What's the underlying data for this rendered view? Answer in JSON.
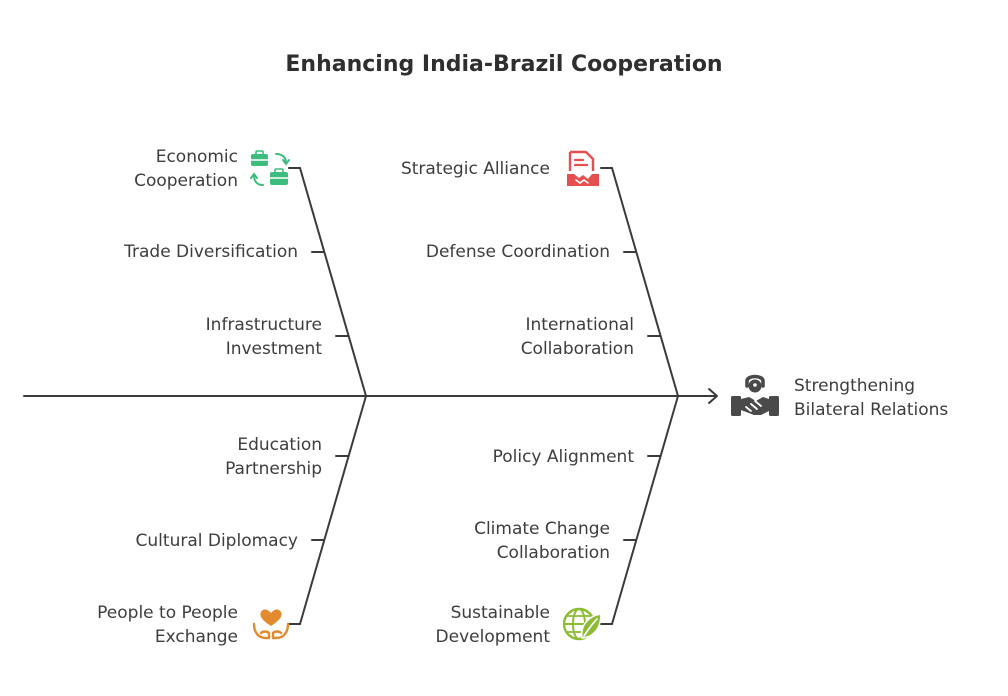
{
  "title": "Enhancing India-Brazil Cooperation",
  "effect": {
    "label_line1": "Strengthening",
    "label_line2": "Bilateral Relations",
    "icon": "handshake-lock-icon",
    "color": "#4a4a4a"
  },
  "categories": {
    "economic": {
      "label_line1": "Economic",
      "label_line2": "Cooperation",
      "icon": "briefcase-exchange-icon",
      "color": "#3dbd7d",
      "causes": [
        {
          "line1": "Trade Diversification",
          "line2": ""
        },
        {
          "line1": "Infrastructure",
          "line2": "Investment"
        }
      ]
    },
    "strategic": {
      "label": "Strategic Alliance",
      "icon": "document-handshake-icon",
      "color": "#e5504f",
      "causes": [
        {
          "line1": "Defense Coordination",
          "line2": ""
        },
        {
          "line1": "International",
          "line2": "Collaboration"
        }
      ]
    },
    "people": {
      "label_line1": "People to People",
      "label_line2": "Exchange",
      "icon": "heart-hands-icon",
      "color": "#e48a2e",
      "causes": [
        {
          "line1": "Education",
          "line2": "Partnership"
        },
        {
          "line1": "Cultural Diplomacy",
          "line2": ""
        }
      ]
    },
    "sustainable": {
      "label_line1": "Sustainable",
      "label_line2": "Development",
      "icon": "globe-leaf-icon",
      "color": "#8cbc32",
      "causes": [
        {
          "line1": "Policy Alignment",
          "line2": ""
        },
        {
          "line1": "Climate Change",
          "line2": "Collaboration"
        }
      ]
    }
  }
}
